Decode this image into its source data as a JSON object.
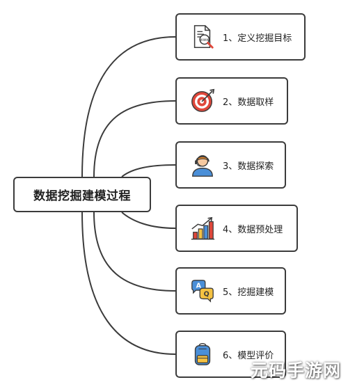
{
  "diagram": {
    "root": {
      "label": "数据挖掘建模过程"
    },
    "steps": [
      {
        "label": "1、定义挖掘目标",
        "icon": "document-search-icon"
      },
      {
        "label": "2、数据取样",
        "icon": "target-icon"
      },
      {
        "label": "3、数据探索",
        "icon": "person-headset-icon"
      },
      {
        "label": "4、数据预处理",
        "icon": "bar-chart-growth-icon"
      },
      {
        "label": "5、挖掘建模",
        "icon": "qa-chat-bubbles-icon"
      },
      {
        "label": "6、模型评价",
        "icon": "backpack-icon"
      }
    ]
  },
  "watermark": {
    "text": "元码手游网"
  },
  "colors": {
    "line": "#3b3b3b",
    "accent_red": "#e0473a",
    "accent_blue": "#4a8fd8",
    "accent_yellow": "#f5c242"
  }
}
